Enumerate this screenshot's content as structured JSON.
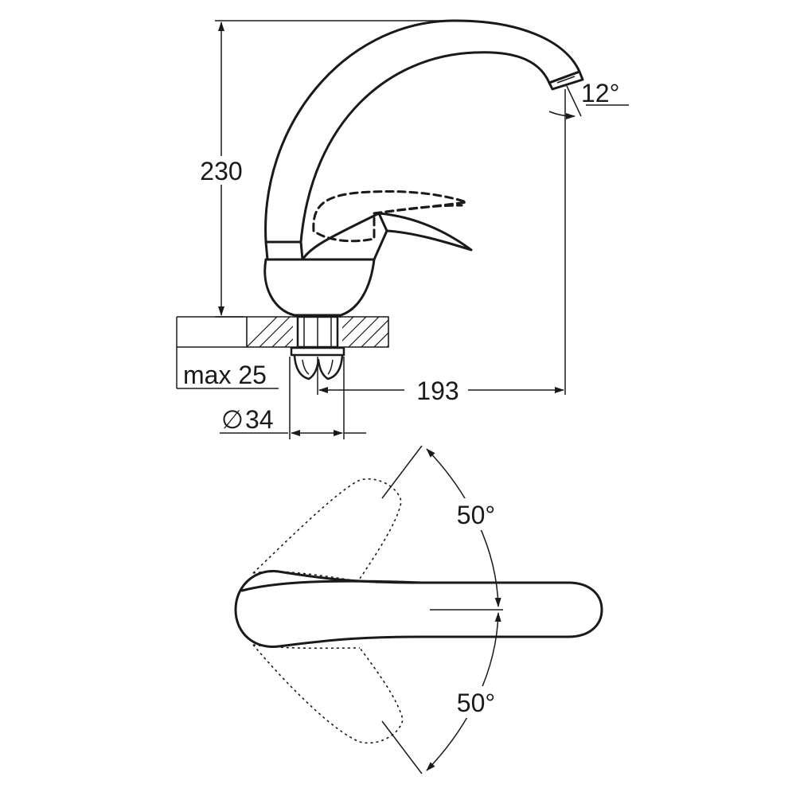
{
  "dimensions": {
    "height": "230",
    "spout_reach": "193",
    "max_thickness": "max 25",
    "diameter": "34",
    "diameter_symbol": "∅",
    "spout_angle": "12°",
    "handle_swing_up": "50°",
    "handle_swing_down": "50°"
  }
}
